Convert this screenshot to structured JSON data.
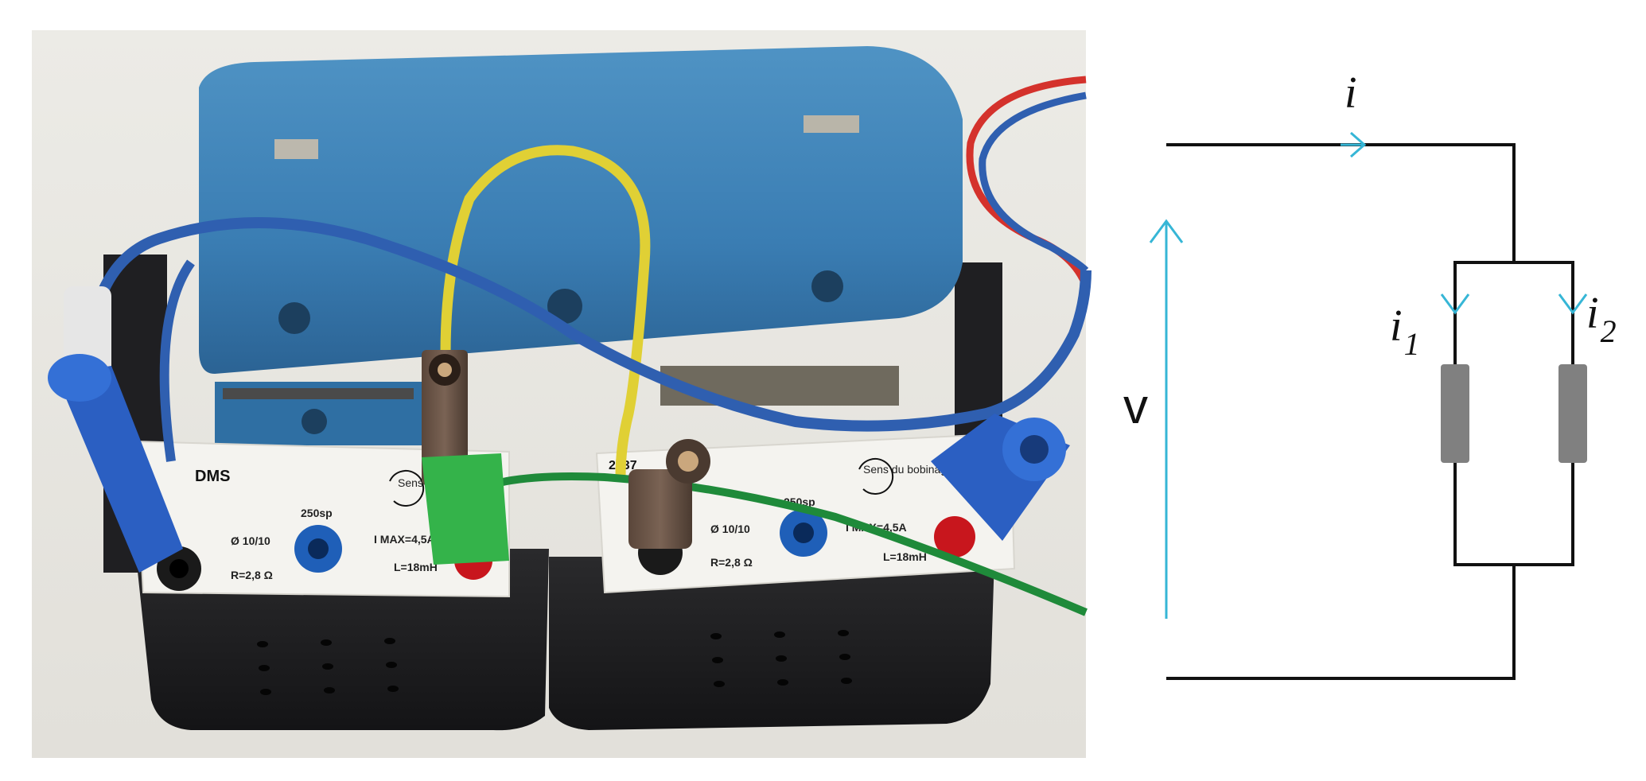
{
  "photo": {
    "left_module": {
      "brand": "DMS",
      "winding_label": "Sens du bobinage",
      "diameter": "Ø 10/10",
      "turns": "250sp",
      "imax": "I MAX=4,5A",
      "resistance": "R=2,8 Ω",
      "inductance": "L=18mH"
    },
    "right_module": {
      "code": "2137",
      "winding_label": "Sens du bobinage",
      "diameter": "Ø 10/10",
      "turns": "250sp",
      "imax": "I MAX=4,5A",
      "resistance": "R=2,8 Ω",
      "inductance": "L=18mH"
    }
  },
  "circuit": {
    "current_total": "i",
    "current_1_base": "i",
    "current_1_sub": "1",
    "current_2_base": "i",
    "current_2_sub": "2",
    "voltage": "v",
    "colors": {
      "wire": "#111111",
      "arrow": "#36b6d6",
      "resistor": "#808080"
    }
  }
}
